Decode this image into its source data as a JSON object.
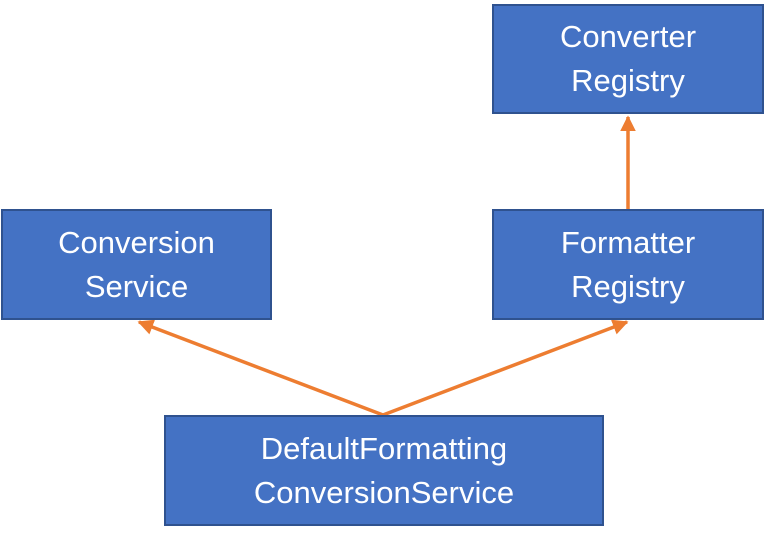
{
  "colors": {
    "box_fill": "#4472c4",
    "box_border": "#2f528f",
    "box_text": "#ffffff",
    "arrow": "#ed7d31"
  },
  "nodes": {
    "converter_registry": {
      "line1": "Converter",
      "line2": "Registry"
    },
    "conversion_service": {
      "line1": "Conversion",
      "line2": "Service"
    },
    "formatter_registry": {
      "line1": "Formatter",
      "line2": "Registry"
    },
    "default_formatting_conversion_service": {
      "line1": "DefaultFormatting",
      "line2": "ConversionService"
    }
  },
  "edges": [
    {
      "from": "default_formatting_conversion_service",
      "to": "conversion_service"
    },
    {
      "from": "default_formatting_conversion_service",
      "to": "formatter_registry"
    },
    {
      "from": "formatter_registry",
      "to": "converter_registry"
    }
  ]
}
